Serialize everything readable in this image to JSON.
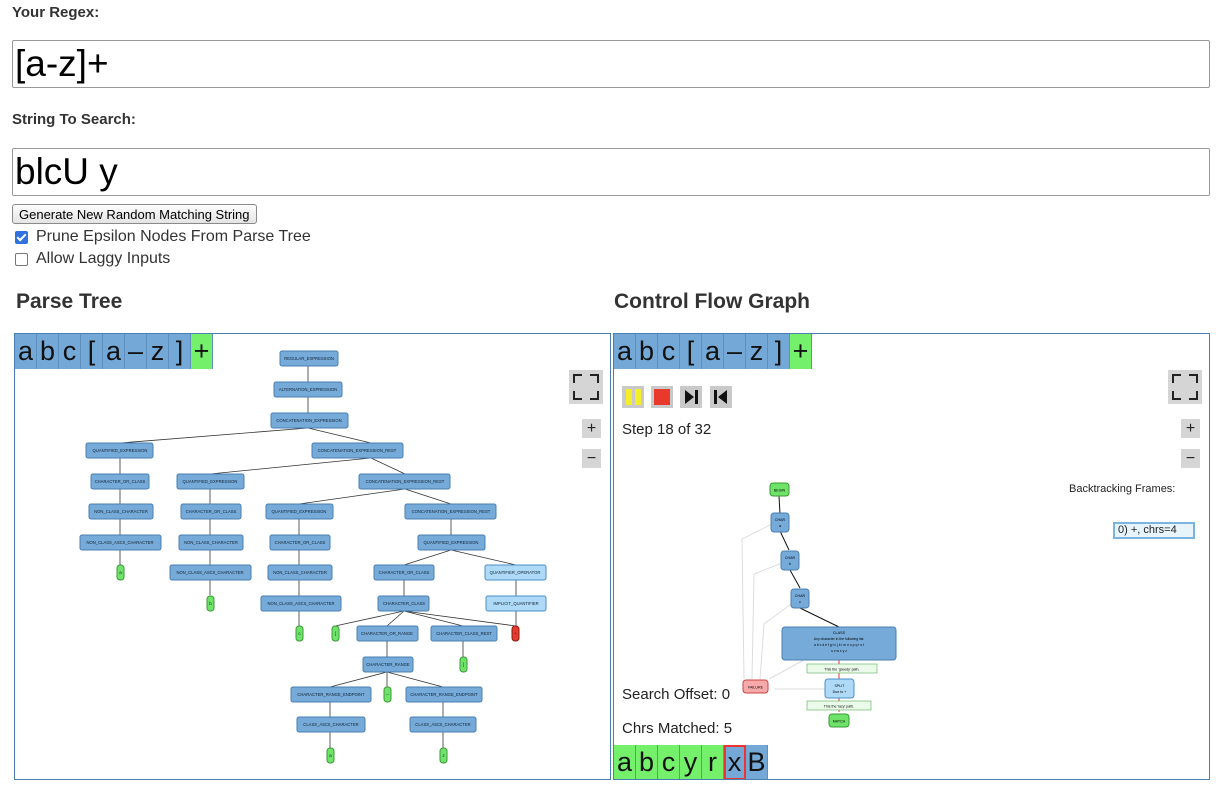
{
  "regex": {
    "label": "Your Regex:",
    "value": "[a-z]+"
  },
  "search": {
    "label": "String To Search:",
    "value": "blcU y"
  },
  "generate_button": "Generate New Random Matching String",
  "options": {
    "prune": {
      "label": "Prune Epsilon Nodes From Parse Tree",
      "checked": true
    },
    "laggy": {
      "label": "Allow Laggy Inputs",
      "checked": false
    }
  },
  "parse_tree": {
    "title": "Parse Tree",
    "tokens": [
      "a",
      "b",
      "c",
      "[",
      "a",
      "–",
      "z",
      "]",
      "+"
    ],
    "highlight_index": 8,
    "zoom_in": "+",
    "zoom_out": "−",
    "nodes": {
      "n1": "REGULAR_EXPRESSION",
      "n2": "ALTERNATION_EXPRESSION",
      "n3": "CONCATENATION_EXPRESSION",
      "n4": "QUANTIFIED_EXPRESSION",
      "n5": "CONCATENATION_EXPRESSION_REST",
      "n6": "CHARACTER_OR_CLASS",
      "n7": "QUANTIFIED_EXPRESSION",
      "n8": "CONCATENATION_EXPRESSION_REST",
      "n9": "NON_CLASS_CHARACTER",
      "n10": "CHARACTER_OR_CLASS",
      "n11": "QUANTIFIED_EXPRESSION",
      "n12": "CONCATENATION_EXPRESSION_REST",
      "n13": "NON_CLASS_ASCII_CHARACTER",
      "n14": "NON_CLASS_CHARACTER",
      "n15": "CHARACTER_OR_CLASS",
      "n16": "QUANTIFIED_EXPRESSION",
      "n17": "NON_CLASS_ASCII_CHARACTER",
      "n18": "NON_CLASS_CHARACTER",
      "n19": "CHARACTER_OR_CLASS",
      "n20": "QUANTIFIER_OPERATOR",
      "n21": "NON_CLASS_ASCII_CHARACTER",
      "n22": "CHARACTER_CLASS",
      "n23": "IMPLICIT_QUANTIFIER",
      "n24": "CHARACTER_OR_RANGE",
      "n25": "CHARACTER_CLASS_REST",
      "n26": "CHARACTER_RANGE",
      "n27": "CHARACTER_RANGE_ENDPOINT",
      "n28": "CHARACTER_RANGE_ENDPOINT",
      "n29": "CLASS_ASCII_CHARACTER",
      "n30": "CLASS_ASCII_CHARACTER"
    },
    "leaves": {
      "l1": "a",
      "l2": "b",
      "l3": "c",
      "l4": "[",
      "l5": "]",
      "l6": "+",
      "l7": "–",
      "l8": "a",
      "l9": "z"
    }
  },
  "cfg": {
    "title": "Control Flow Graph",
    "tokens": [
      "a",
      "b",
      "c",
      "[",
      "a",
      "–",
      "z",
      "]",
      "+"
    ],
    "highlight_index": 8,
    "step_text": "Step 18 of 32",
    "zoom_in": "+",
    "zoom_out": "−",
    "backtracking_label": "Backtracking Frames:",
    "frames": [
      "0) +, chrs=4"
    ],
    "search_offset": "Search Offset: 0",
    "chrs_matched": "Chrs Matched: 5",
    "match_chars": [
      "a",
      "b",
      "c",
      "y",
      "r",
      "x",
      "B"
    ],
    "match_states": [
      "matched",
      "matched",
      "matched",
      "matched",
      "matched",
      "current",
      "pending"
    ],
    "graph": {
      "begin": "BEGIN",
      "char_a": "CHAR",
      "char_a_sub": "a",
      "char_b": "CHAR",
      "char_b_sub": "b",
      "char_c": "CHAR",
      "char_c_sub": "c",
      "class": "CLASS",
      "class_line1": "Any character in the following list:",
      "class_line2": "a b c d e f g h i j k l m n o p q r s t",
      "class_line3": "u v w x y z",
      "greedy": "This the 'greedy' path.",
      "split": "SPLIT",
      "split_sub": "Due to +",
      "lazy": "This the 'lazy' path.",
      "failure": "FAILURE",
      "match": "MATCH"
    }
  },
  "colors": {
    "token": "#74a8d6",
    "highlight": "#74f06a",
    "current": "#e33333"
  }
}
